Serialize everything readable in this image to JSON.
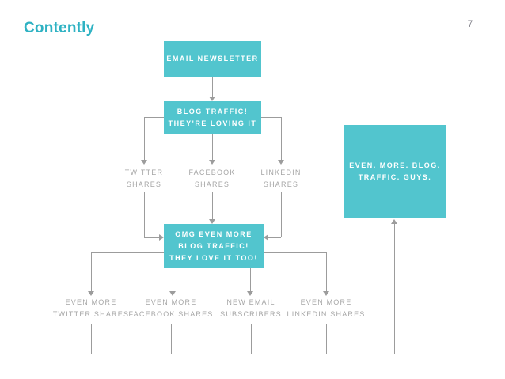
{
  "header": {
    "logo": "Contently",
    "page_number": "7"
  },
  "colors": {
    "teal": "#52c5ce",
    "logo_teal": "#2fb2c3",
    "line_gray": "#9c9c9c",
    "label_gray": "#a6a6a6",
    "page_gray": "#87878f"
  },
  "diagram": {
    "nodes": {
      "email_newsletter": {
        "label": "EMAIL NEWSLETTER"
      },
      "blog_traffic": {
        "label": "BLOG TRAFFIC!\nTHEY'RE LOVING IT"
      },
      "twitter_shares": {
        "label": "TWITTER\nSHARES"
      },
      "facebook_shares": {
        "label": "FACEBOOK\nSHARES"
      },
      "linkedin_shares": {
        "label": "LINKEDIN\nSHARES"
      },
      "omg_even_more": {
        "label": "OMG EVEN MORE\nBLOG TRAFFIC!\nTHEY LOVE IT TOO!"
      },
      "even_more_blog_traffic": {
        "label": "EVEN. MORE. BLOG.\nTRAFFIC. GUYS."
      },
      "even_more_twitter": {
        "label": "EVEN MORE\nTWITTER SHARES"
      },
      "even_more_facebook": {
        "label": "EVEN MORE\nFACEBOOK SHARES"
      },
      "new_email_subscribers": {
        "label": "NEW EMAIL\nSUBSCRIBERS"
      },
      "even_more_linkedin": {
        "label": "EVEN MORE\nLINKEDIN SHARES"
      }
    }
  }
}
